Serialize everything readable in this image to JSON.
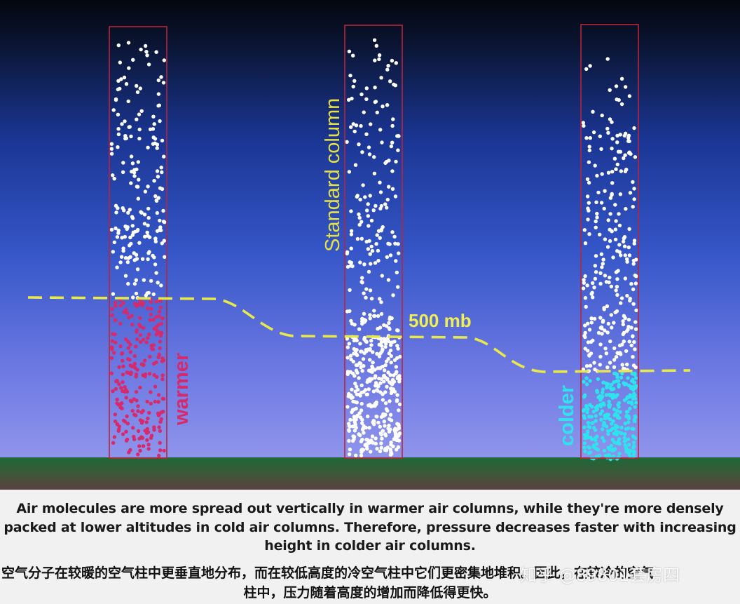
{
  "labels": {
    "standard": "Standard column",
    "pressure": "500 mb",
    "warmer": "warmer",
    "colder": "colder"
  },
  "colors": {
    "sky_top": "#04070f",
    "sky_mid": "#1f3fa6",
    "sky_bottom": "#8c93ea",
    "ground": "#1e6636",
    "column_border": "#b8253b",
    "dashed_line": "#e8e84a",
    "warm_dots": "#d72a6c",
    "cold_dots": "#2fe2ee",
    "standard_dots": "#ffffff"
  },
  "caption": {
    "english": "Air molecules are more spread out vertically in warmer air columns, while they're more densely packed at lower altitudes in cold air columns. Therefore, pressure decreases faster with increasing height in colder air columns.",
    "chinese_line1": "空气分子在较暖的空气柱中更垂直地分布，而在较低高度的冷空气柱中它们更密集地堆积。因此，在较冷的空气",
    "chinese_line2": "柱中，压力随着高度的增加而降低得更快。"
  },
  "watermark": "知乎 @89801套房四"
}
